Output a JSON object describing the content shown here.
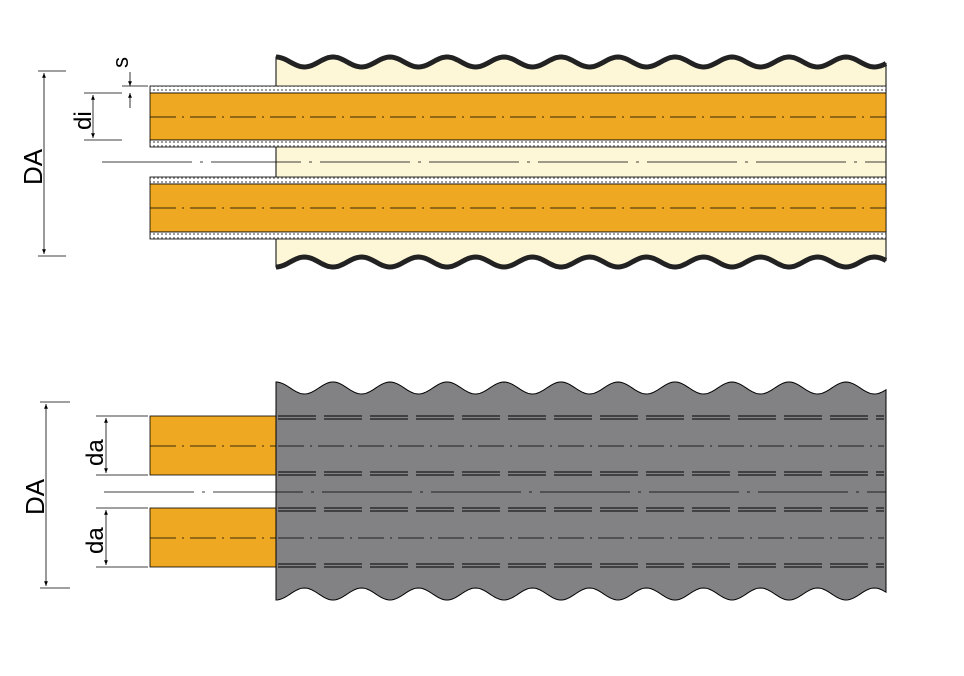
{
  "colors": {
    "background": "#ffffff",
    "pipe_fill": "#eea822",
    "insulation_light": "#fdf7d8",
    "insulation_grey": "#828184",
    "line": "#000000"
  },
  "top_diagram": {
    "labels": {
      "outer_diameter": "DA",
      "inner_diameter": "di",
      "wall_thickness": "s"
    }
  },
  "bottom_diagram": {
    "labels": {
      "outer_diameter": "DA",
      "pipe_diameter_upper": "da",
      "pipe_diameter_lower": "da"
    }
  }
}
